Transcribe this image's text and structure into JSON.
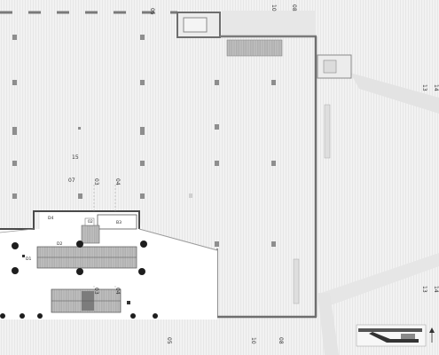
{
  "grid_labels": {
    "top": [
      "05",
      "10",
      "08"
    ],
    "bottom": [
      "05",
      "10",
      "08"
    ],
    "right_upper": [
      "13",
      "14"
    ],
    "right_lower": [
      "13",
      "14"
    ],
    "left_upper": [
      "15",
      "07"
    ],
    "interior_upper": [
      "03",
      "04"
    ],
    "interior_lower": [
      "03",
      "04"
    ]
  },
  "room_tags": [
    "D4",
    "02",
    "B3",
    "D1",
    "D2"
  ],
  "colors": {
    "background": "#f1f1f1",
    "wall": "#6e6e6e",
    "column": "#8a8a8a",
    "open_area": "#ffffff",
    "ramp": "#b5b5b5",
    "escalator_dark": "#7a7a7a"
  },
  "icons": [
    "north-arrow-icon",
    "key-plan-icon"
  ]
}
